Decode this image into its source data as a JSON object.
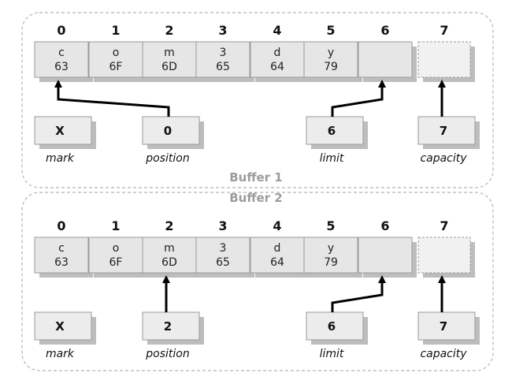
{
  "colors": {
    "cell_fill": "#e6e6e6",
    "cell_stroke": "#9a9a9a",
    "shadow": "#bdbdbd",
    "box_fill": "#ececec",
    "frame": "#b5b5b5",
    "arrow": "#000000",
    "buffer_label": "#9c9c9c"
  },
  "buffers": [
    {
      "name": "Buffer 1",
      "indices": [
        "0",
        "1",
        "2",
        "3",
        "4",
        "5",
        "6",
        "7"
      ],
      "cells": [
        {
          "char": "c",
          "hex": "63"
        },
        {
          "char": "o",
          "hex": "6F"
        },
        {
          "char": "m",
          "hex": "6D"
        },
        {
          "char": "3",
          "hex": "65"
        },
        {
          "char": "d",
          "hex": "64"
        },
        {
          "char": "y",
          "hex": "79"
        },
        {
          "char": "",
          "hex": ""
        },
        {
          "char": "",
          "hex": ""
        }
      ],
      "markers": [
        {
          "value": "X",
          "label": "mark",
          "points_to": null
        },
        {
          "value": "0",
          "label": "position",
          "points_to": 0
        },
        {
          "value": "6",
          "label": "limit",
          "points_to": 6
        },
        {
          "value": "7",
          "label": "capacity",
          "points_to": 7
        }
      ]
    },
    {
      "name": "Buffer 2",
      "indices": [
        "0",
        "1",
        "2",
        "3",
        "4",
        "5",
        "6",
        "7"
      ],
      "cells": [
        {
          "char": "c",
          "hex": "63"
        },
        {
          "char": "o",
          "hex": "6F"
        },
        {
          "char": "m",
          "hex": "6D"
        },
        {
          "char": "3",
          "hex": "65"
        },
        {
          "char": "d",
          "hex": "64"
        },
        {
          "char": "y",
          "hex": "79"
        },
        {
          "char": "",
          "hex": ""
        },
        {
          "char": "",
          "hex": ""
        }
      ],
      "markers": [
        {
          "value": "X",
          "label": "mark",
          "points_to": null
        },
        {
          "value": "2",
          "label": "position",
          "points_to": 2
        },
        {
          "value": "6",
          "label": "limit",
          "points_to": 6
        },
        {
          "value": "7",
          "label": "capacity",
          "points_to": 7
        }
      ]
    }
  ]
}
